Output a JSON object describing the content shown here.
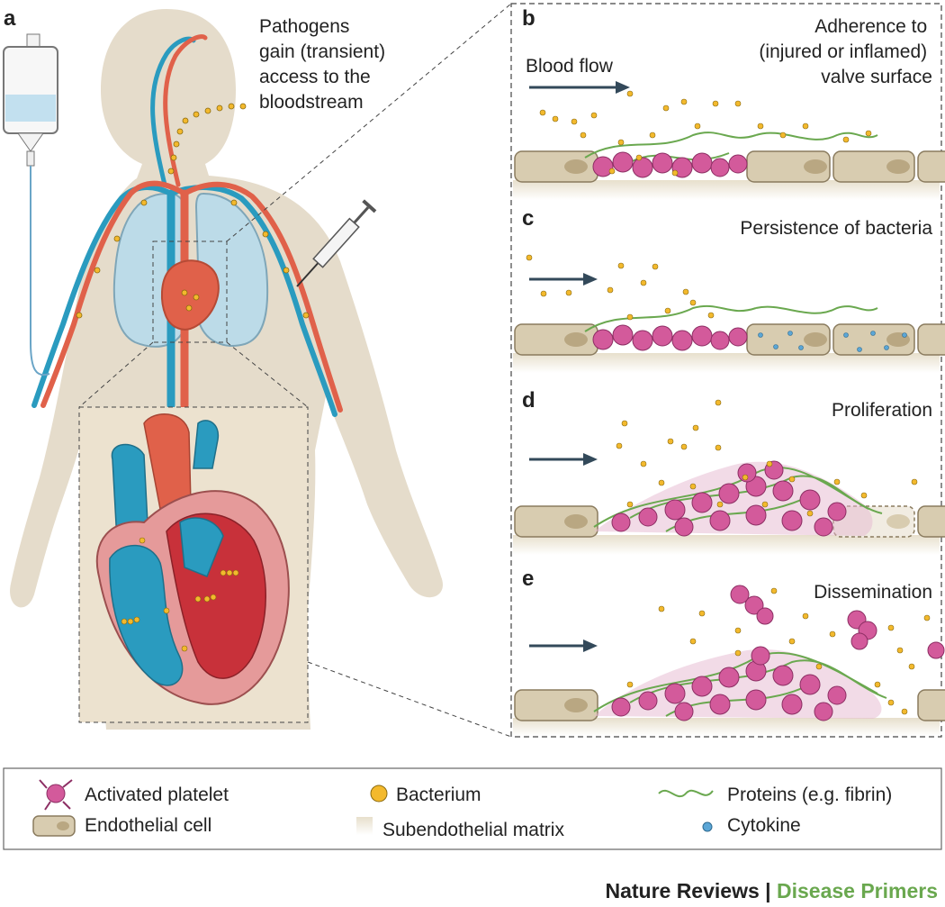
{
  "panels": {
    "a": {
      "letter": "a",
      "caption_lines": [
        "Pathogens",
        "gain (transient)",
        "access to the",
        "bloodstream"
      ]
    },
    "b": {
      "letter": "b",
      "caption_lines": [
        "Adherence to",
        "(injured or inflamed)",
        "valve surface"
      ],
      "arrow_label": "Blood flow"
    },
    "c": {
      "letter": "c",
      "caption": "Persistence of bacteria"
    },
    "d": {
      "letter": "d",
      "caption": "Proliferation"
    },
    "e": {
      "letter": "e",
      "caption": "Dissemination"
    }
  },
  "legend": {
    "activated_platelet": "Activated platelet",
    "bacterium": "Bacterium",
    "proteins": "Proteins (e.g. fibrin)",
    "endothelial_cell": "Endothelial cell",
    "subendothelial_matrix": "Subendothelial matrix",
    "cytokine": "Cytokine"
  },
  "footer": {
    "journal": "Nature Reviews",
    "separator": "|",
    "series": "Disease Primers"
  },
  "colors": {
    "body": "#e5dccb",
    "artery": "#e0614a",
    "vein": "#2a9bbf",
    "lung": "#bcdbe8",
    "bacterium": "#f3b92d",
    "platelet": "#d35a9b",
    "fibrin": "#6aa84f",
    "cytokine": "#5ba6d6",
    "endothelial": "#d8ccb0",
    "arrow": "#33495a"
  }
}
